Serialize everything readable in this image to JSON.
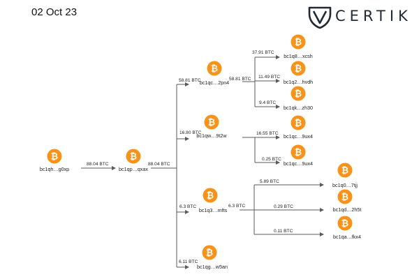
{
  "header": {
    "date": "02 Oct 23"
  },
  "brand": {
    "name": "CERTIK",
    "icon": "certik-shield-icon"
  },
  "colors": {
    "coin": "#F7931A",
    "coin_text": "#ffffff",
    "line": "#5a5a5a"
  },
  "nodes": [
    {
      "id": "n1",
      "address": "bc1qh…g0xp",
      "icon": "bitcoin-icon"
    },
    {
      "id": "n2",
      "address": "bc1qp…qxax",
      "icon": "bitcoin-icon"
    },
    {
      "id": "n3",
      "address": "bc1qc…2pn4",
      "icon": "bitcoin-icon"
    },
    {
      "id": "n4",
      "address": "bc1qw…9t2w",
      "icon": "bitcoin-icon"
    },
    {
      "id": "n5",
      "address": "bc1q3…mfts",
      "icon": "bitcoin-icon"
    },
    {
      "id": "n6",
      "address": "bc1qg…w5an",
      "icon": "bitcoin-icon"
    },
    {
      "id": "n7",
      "address": "bc1q8…xcsh",
      "icon": "bitcoin-icon"
    },
    {
      "id": "n8",
      "address": "bc1q2…hvdh",
      "icon": "bitcoin-icon"
    },
    {
      "id": "n9",
      "address": "bc1qk…zh30",
      "icon": "bitcoin-icon"
    },
    {
      "id": "n10",
      "address": "bc1qc…9ux4",
      "icon": "bitcoin-icon"
    },
    {
      "id": "n11",
      "address": "bc1qc…9ux4",
      "icon": "bitcoin-icon"
    },
    {
      "id": "n12",
      "address": "bc1q0…7tjj",
      "icon": "bitcoin-icon"
    },
    {
      "id": "n13",
      "address": "bc1qd…2h5t",
      "icon": "bitcoin-icon"
    },
    {
      "id": "n14",
      "address": "bc1qa…fkx4",
      "icon": "bitcoin-icon"
    }
  ],
  "edges": [
    {
      "from": "n1",
      "to": "n2",
      "amount": "88.04 BTC"
    },
    {
      "from": "n2",
      "to": "split",
      "amount": "88.04 BTC"
    },
    {
      "from": "n2",
      "to": "n3",
      "amount": "58.81 BTC"
    },
    {
      "from": "n2",
      "to": "n4",
      "amount": "16.80 BTC"
    },
    {
      "from": "n2",
      "to": "n5",
      "amount": "6.3 BTC"
    },
    {
      "from": "n2",
      "to": "n6",
      "amount": "6.11 BTC"
    },
    {
      "from": "n3",
      "to": "split",
      "amount": "58.81 BTC"
    },
    {
      "from": "n3",
      "to": "n7",
      "amount": "37.91 BTC"
    },
    {
      "from": "n3",
      "to": "n8",
      "amount": "11.49 BTC"
    },
    {
      "from": "n3",
      "to": "n9",
      "amount": "9.4 BTC"
    },
    {
      "from": "n4",
      "to": "n10",
      "amount": "16.55 BTC"
    },
    {
      "from": "n4",
      "to": "n11",
      "amount": "0.25 BTC"
    },
    {
      "from": "n5",
      "to": "split",
      "amount": "6.3 BTC"
    },
    {
      "from": "n5",
      "to": "n12",
      "amount": "5.89 BTC"
    },
    {
      "from": "n5",
      "to": "n13",
      "amount": "0.29 BTC"
    },
    {
      "from": "n5",
      "to": "n14",
      "amount": "0.11 BTC"
    }
  ]
}
